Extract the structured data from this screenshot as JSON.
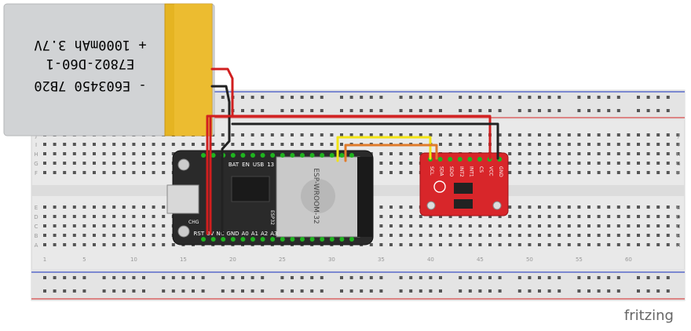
{
  "battery": {
    "label_lines": [
      "+ 1000mAh 3.7V",
      "E7802-D60-1",
      "- E603450 7B20"
    ],
    "body_color": "#cfd2d4",
    "tab_color": "#e5b422"
  },
  "breadboard": {
    "rail_numbers": [
      "1",
      "5",
      "10",
      "15",
      "20",
      "25",
      "30",
      "35",
      "40",
      "45",
      "50",
      "55",
      "60"
    ],
    "row_letters_top": [
      "J",
      "I",
      "H",
      "G",
      "F"
    ],
    "row_letters_bottom": [
      "E",
      "D",
      "C",
      "B",
      "A"
    ]
  },
  "esp32": {
    "module_label": "ESP-WROOM-32",
    "board_label": "ESP32",
    "pin_labels_top": [
      "BAT",
      "EN",
      "USB",
      "13"
    ],
    "pin_labels_bottom": [
      "RST",
      "3V",
      "NC",
      "GND",
      "A0",
      "A1",
      "A2",
      "A3"
    ],
    "connector_label": "CHG"
  },
  "sensor": {
    "pin_labels": [
      "SCL",
      "SDA",
      "SDO",
      "INT2",
      "INT1",
      "CS",
      "VCC",
      "GND"
    ]
  },
  "wire_colors": {
    "red": "#d11f1f",
    "black": "#222222",
    "yellow": "#f2e416",
    "orange": "#e07b2a"
  },
  "footer": {
    "brand": "fritzing"
  }
}
